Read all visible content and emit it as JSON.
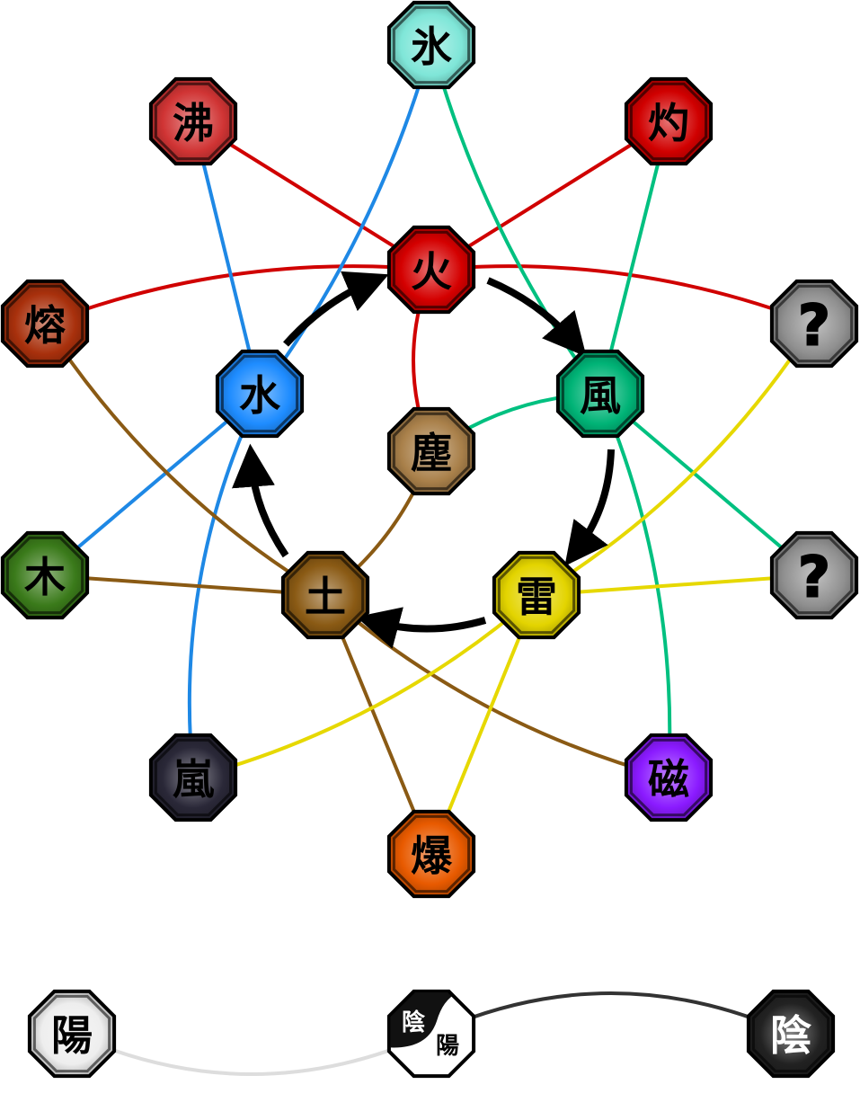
{
  "nodes": [
    {
      "id": "fire",
      "label": "火",
      "color": "#d40000",
      "text_color": "#000000"
    },
    {
      "id": "wind",
      "label": "風",
      "color": "#00b376",
      "text_color": "#000000"
    },
    {
      "id": "lightning",
      "label": "雷",
      "color": "#e3d400",
      "text_color": "#000000"
    },
    {
      "id": "earth",
      "label": "土",
      "color": "#8a5a14",
      "text_color": "#000000"
    },
    {
      "id": "water",
      "label": "水",
      "color": "#1e8cff",
      "text_color": "#000000"
    },
    {
      "id": "dust",
      "label": "塵",
      "color": "#a9804a",
      "text_color": "#000000"
    },
    {
      "id": "ice",
      "label": "氷",
      "color": "#7fe6d8",
      "text_color": "#000000"
    },
    {
      "id": "boil",
      "label": "沸",
      "color": "#d03434",
      "text_color": "#000000"
    },
    {
      "id": "scorch",
      "label": "灼",
      "color": "#d00000",
      "text_color": "#000000"
    },
    {
      "id": "lava",
      "label": "熔",
      "color": "#a8300c",
      "text_color": "#000000"
    },
    {
      "id": "unknown1",
      "label": "?",
      "color": "#909090",
      "text_color": "#000000"
    },
    {
      "id": "unknown2",
      "label": "?",
      "color": "#909090",
      "text_color": "#000000"
    },
    {
      "id": "wood",
      "label": "木",
      "color": "#3a7a1a",
      "text_color": "#000000"
    },
    {
      "id": "storm",
      "label": "嵐",
      "color": "#2a2838",
      "text_color": "#000000"
    },
    {
      "id": "explosion",
      "label": "爆",
      "color": "#e85a00",
      "text_color": "#000000"
    },
    {
      "id": "magnet",
      "label": "磁",
      "color": "#8a1aff",
      "text_color": "#000000"
    },
    {
      "id": "yang",
      "label": "陽",
      "color": "#eeeeee",
      "text_color": "#000000"
    },
    {
      "id": "yin",
      "label": "陰",
      "color": "#222222",
      "text_color": "#ffffff"
    }
  ],
  "yin_yang": {
    "yin_label": "陰",
    "yang_label": "陽"
  },
  "link_colors": {
    "fire": "#d00000",
    "water": "#1e88e5",
    "wind": "#00c080",
    "earth": "#8a5a14",
    "lightning": "#e6d800",
    "yang": "#dddddd",
    "yin": "#333333"
  }
}
